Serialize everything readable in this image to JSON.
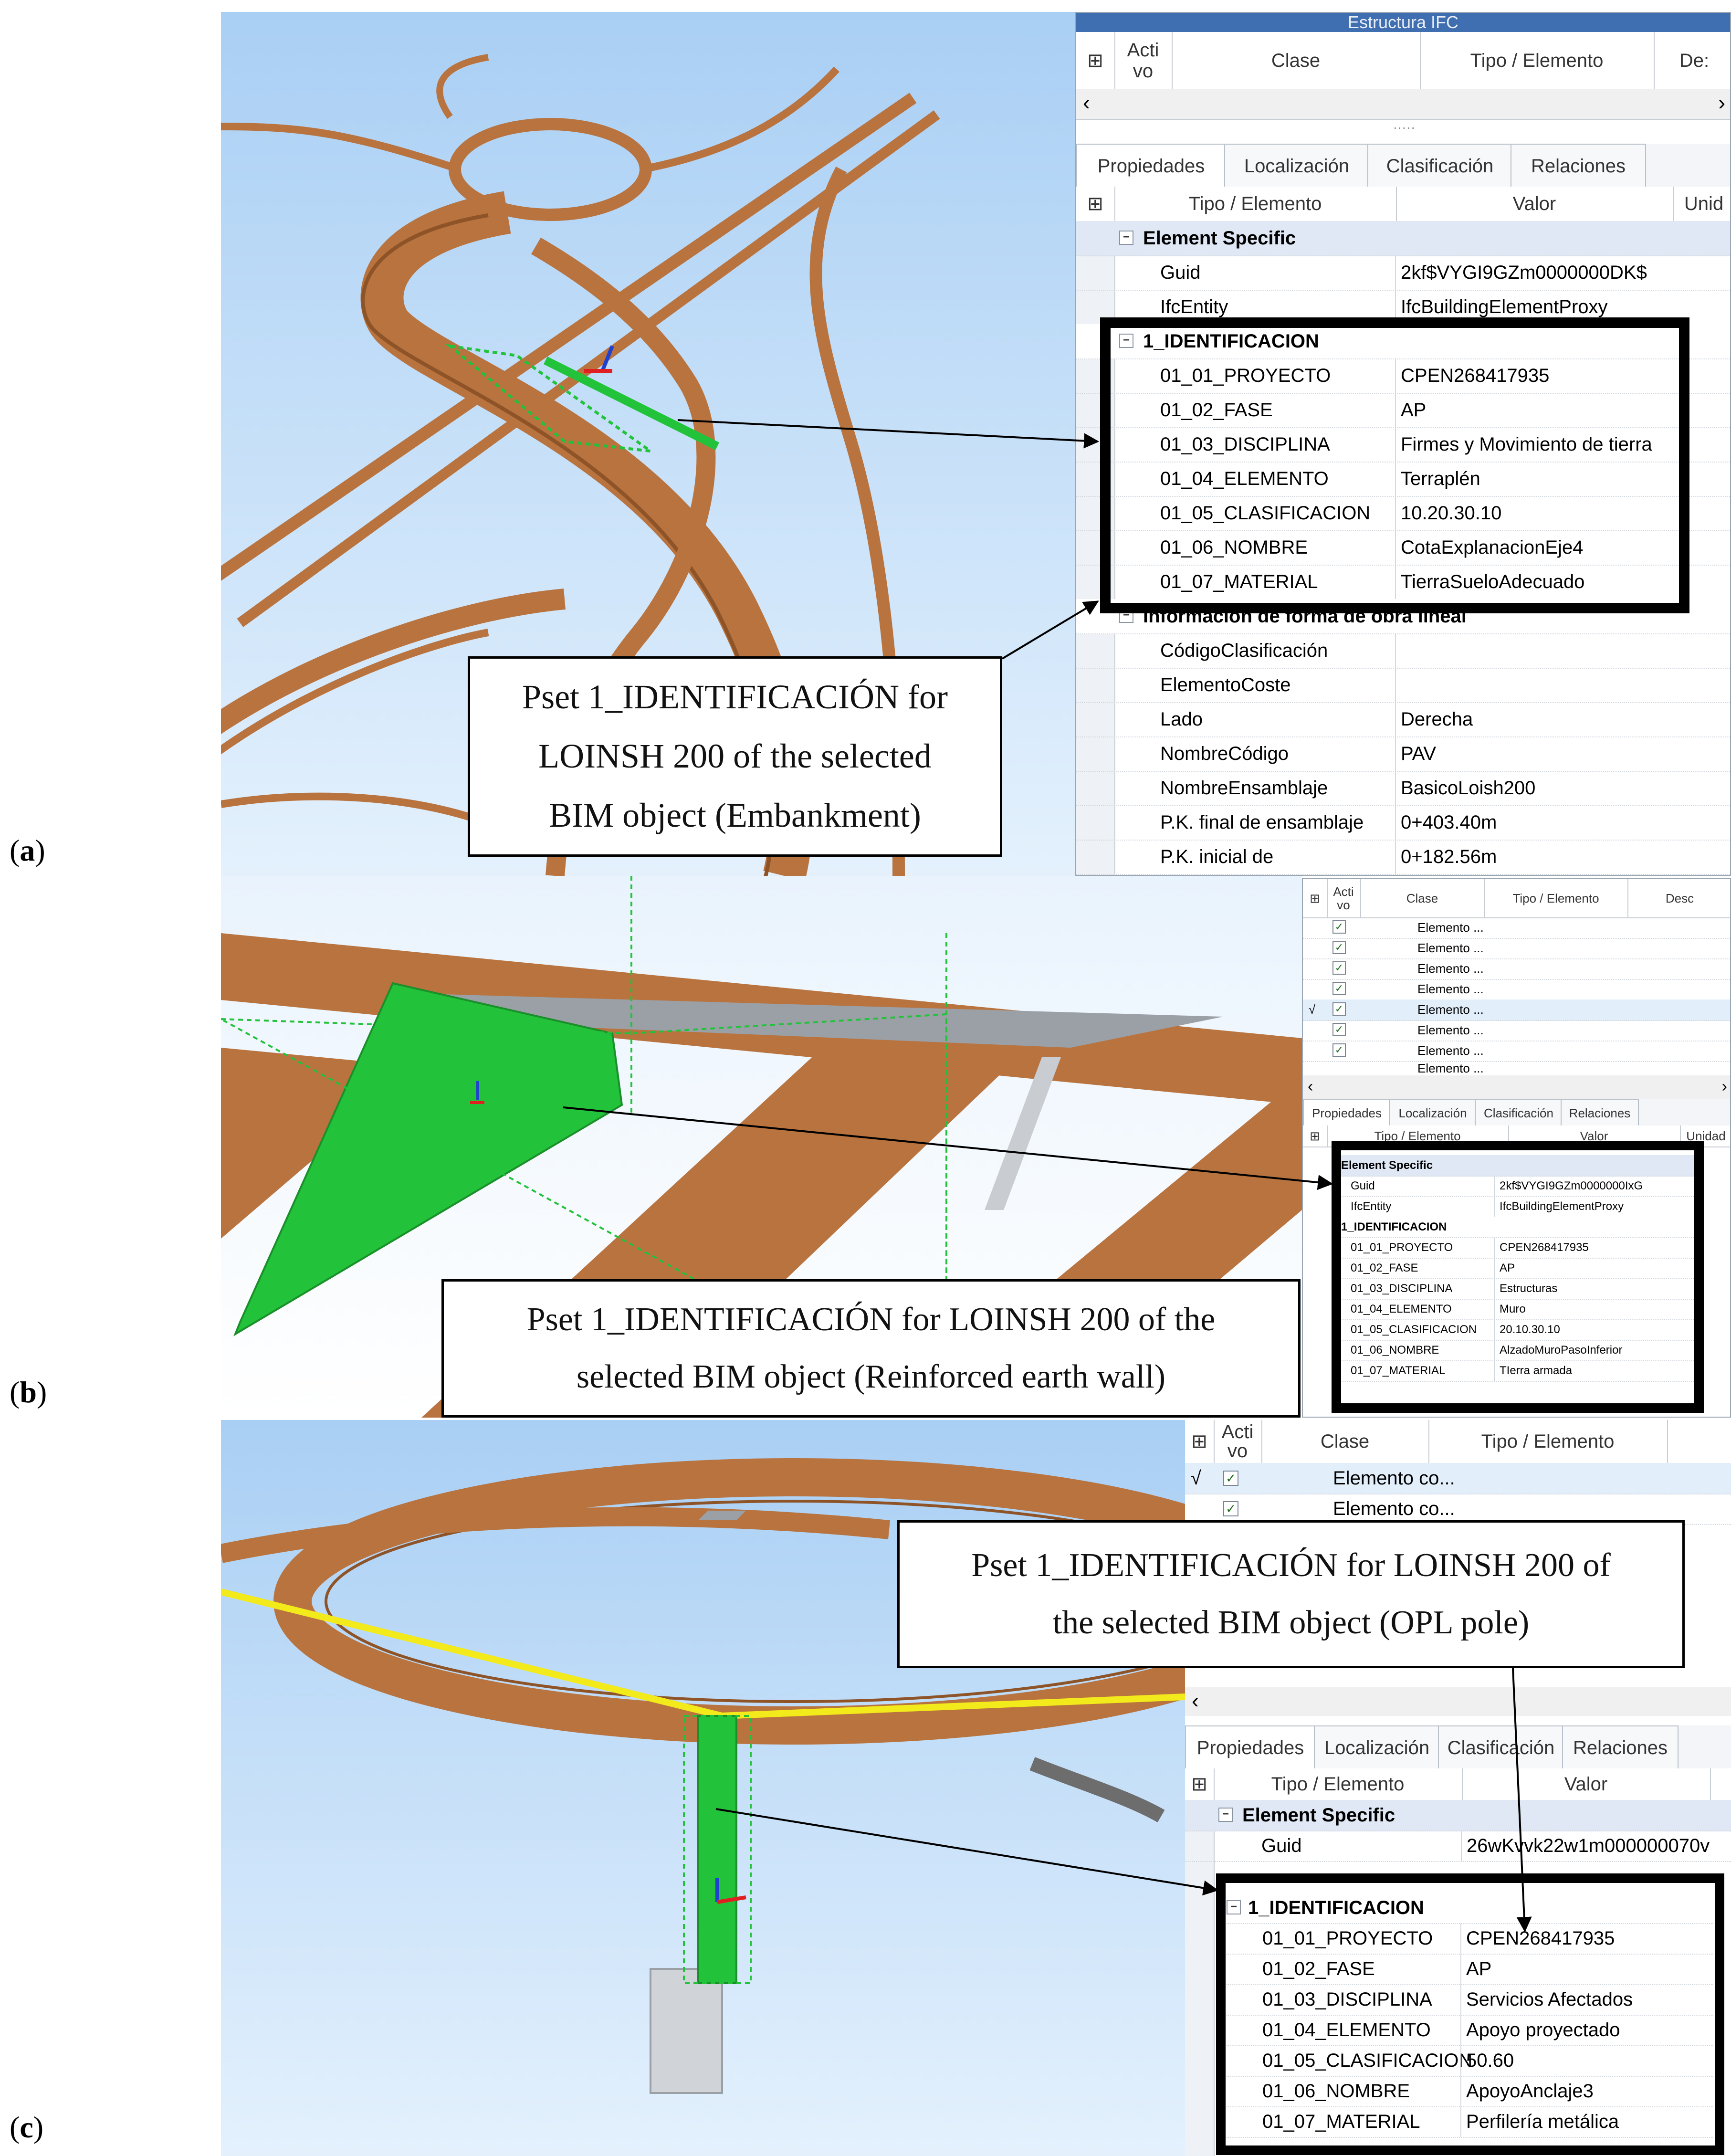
{
  "panel_a": {
    "label": "(a)",
    "tree_title": "Estructura IFC",
    "tree_headers": {
      "activo": "Acti vo",
      "clase": "Clase",
      "tipo": "Tipo / Elemento",
      "desc": "De:"
    },
    "tabs": [
      "Propiedades",
      "Localización",
      "Clasificación",
      "Relaciones"
    ],
    "prop_headers": {
      "tipo": "Tipo / Elemento",
      "valor": "Valor",
      "unidad": "Unid"
    },
    "groups": [
      {
        "name": "Element Specific",
        "rows": [
          {
            "k": "Guid",
            "v": "2kf$VYGI9GZm0000000DK$"
          },
          {
            "k": "IfcEntity",
            "v": "IfcBuildingElementProxy"
          }
        ]
      },
      {
        "name": "1_IDENTIFICACION",
        "rows": [
          {
            "k": "01_01_PROYECTO",
            "v": "CPEN268417935"
          },
          {
            "k": "01_02_FASE",
            "v": "AP"
          },
          {
            "k": "01_03_DISCIPLINA",
            "v": "Firmes y Movimiento de tierra"
          },
          {
            "k": "01_04_ELEMENTO",
            "v": "Terraplén"
          },
          {
            "k": "01_05_CLASIFICACION",
            "v": "10.20.30.10"
          },
          {
            "k": "01_06_NOMBRE",
            "v": "CotaExplanacionEje4"
          },
          {
            "k": "01_07_MATERIAL",
            "v": "TierraSueloAdecuado"
          }
        ]
      },
      {
        "name": "Información de forma de obra lineal",
        "rows": [
          {
            "k": "CódigoClasificación",
            "v": ""
          },
          {
            "k": "ElementoCoste",
            "v": ""
          },
          {
            "k": "Lado",
            "v": "Derecha"
          },
          {
            "k": "NombreCódigo",
            "v": "PAV"
          },
          {
            "k": "NombreEnsamblaje",
            "v": "BasicoLoish200"
          },
          {
            "k": "P.K. final de ensamblaje",
            "v": "0+403.40m"
          },
          {
            "k": "P.K. inicial de",
            "v": "0+182.56m"
          }
        ]
      }
    ],
    "callout": [
      "Pset 1_IDENTIFICACIÓN for",
      "LOINSH 200 of the selected",
      "BIM object (Embankment)"
    ]
  },
  "panel_b": {
    "label": "(b)",
    "tree_headers": {
      "activo": "Acti vo",
      "clase": "Clase",
      "tipo": "Tipo / Elemento",
      "desc": "Desc"
    },
    "tree_rows": [
      "Elemento ...",
      "Elemento ...",
      "Elemento ...",
      "Elemento ...",
      "Elemento ...",
      "Elemento ...",
      "Elemento ...",
      "Elemento ..."
    ],
    "tree_mark": "√",
    "tabs": [
      "Propiedades",
      "Localización",
      "Clasificación",
      "Relaciones"
    ],
    "prop_headers": {
      "tipo": "Tipo / Elemento",
      "valor": "Valor",
      "unidad": "Unidad"
    },
    "groups": [
      {
        "name": "Element Specific",
        "rows": [
          {
            "k": "Guid",
            "v": "2kf$VYGI9GZm0000000IxG"
          },
          {
            "k": "IfcEntity",
            "v": "IfcBuildingElementProxy"
          }
        ]
      },
      {
        "name": "1_IDENTIFICACION",
        "rows": [
          {
            "k": "01_01_PROYECTO",
            "v": "CPEN268417935"
          },
          {
            "k": "01_02_FASE",
            "v": "AP"
          },
          {
            "k": "01_03_DISCIPLINA",
            "v": "Estructuras"
          },
          {
            "k": "01_04_ELEMENTO",
            "v": "Muro"
          },
          {
            "k": "01_05_CLASIFICACION",
            "v": "20.10.30.10"
          },
          {
            "k": "01_06_NOMBRE",
            "v": "AlzadoMuroPasoInferior"
          },
          {
            "k": "01_07_MATERIAL",
            "v": "TIerra armada"
          }
        ]
      }
    ],
    "callout": [
      "Pset 1_IDENTIFICACIÓN for LOINSH 200 of the",
      "selected BIM object (Reinforced earth wall)"
    ]
  },
  "panel_c": {
    "label": "(c)",
    "tree_headers": {
      "activo": "Acti vo",
      "clase": "Clase",
      "tipo": "Tipo / Elemento"
    },
    "tree_rows": [
      "Elemento co...",
      "Elemento co..."
    ],
    "tree_mark": "√",
    "tabs": [
      "Propiedades",
      "Localización",
      "Clasificación",
      "Relaciones"
    ],
    "prop_headers": {
      "tipo": "Tipo / Elemento",
      "valor": "Valor"
    },
    "groups": [
      {
        "name": "Element Specific",
        "rows": [
          {
            "k": "Guid",
            "v": "26wKvvk22w1m000000070v"
          }
        ]
      },
      {
        "name": "1_IDENTIFICACION",
        "rows": [
          {
            "k": "01_01_PROYECTO",
            "v": "CPEN268417935"
          },
          {
            "k": "01_02_FASE",
            "v": "AP"
          },
          {
            "k": "01_03_DISCIPLINA",
            "v": "Servicios Afectados"
          },
          {
            "k": "01_04_ELEMENTO",
            "v": "Apoyo proyectado"
          },
          {
            "k": "01_05_CLASIFICACION",
            "v": "50.60"
          },
          {
            "k": "01_06_NOMBRE",
            "v": "ApoyoAnclaje3"
          },
          {
            "k": "01_07_MATERIAL",
            "v": "Perfilería metálica"
          }
        ]
      }
    ],
    "callout": [
      "Pset 1_IDENTIFICACIÓN for LOINSH 200 of",
      "the selected BIM object (OPL pole)"
    ]
  },
  "colors": {
    "road": "#b8733f",
    "road_dark": "#8e5428",
    "selected": "#22c33a",
    "sky_top": "#a9cff4",
    "sky_bottom": "#e4f1fd",
    "title_bar": "#3f6fb0",
    "category_row": "#dfe8f4",
    "power_line": "#f3ea1c"
  },
  "icons": [
    "grid-options-icon",
    "pin-icon",
    "chevron-left-icon",
    "chevron-right-icon",
    "collapse-minus-icon",
    "checkbox-icon",
    "axis-gizmo-icon"
  ]
}
